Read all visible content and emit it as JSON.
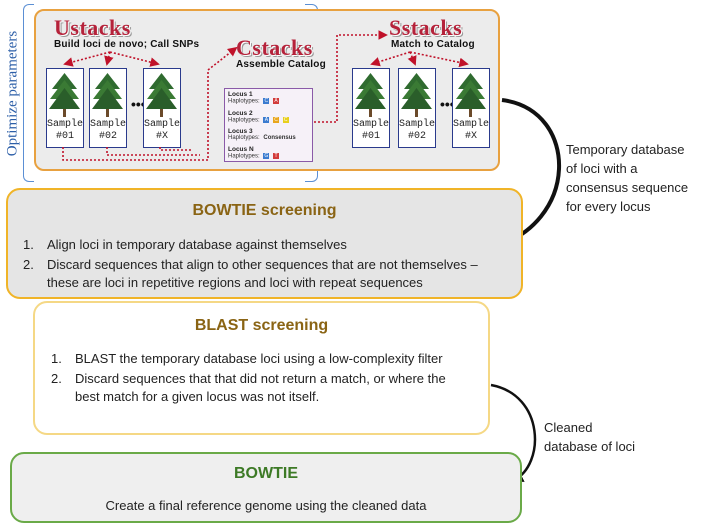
{
  "optimize_label": "Optimize parameters",
  "ustacks": {
    "title": "Ustacks",
    "subtitle": "Build loci de novo; Call SNPs"
  },
  "cstacks": {
    "title": "Cstacks",
    "subtitle": "Assemble Catalog"
  },
  "sstacks": {
    "title": "Sstacks",
    "subtitle": "Match to Catalog"
  },
  "samples_left": [
    {
      "line1": "Sample",
      "line2": "#01"
    },
    {
      "line1": "Sample",
      "line2": "#02"
    },
    {
      "line1": "Sample",
      "line2": "#X"
    }
  ],
  "samples_right": [
    {
      "line1": "Sample",
      "line2": "#01"
    },
    {
      "line1": "Sample",
      "line2": "#02"
    },
    {
      "line1": "Sample",
      "line2": "#X"
    }
  ],
  "ellipsis": "•••",
  "catalog": {
    "loci": [
      {
        "name": "Locus 1",
        "hap_label": "Haplotypes:",
        "alleles": [
          "C",
          "A"
        ]
      },
      {
        "name": "Locus 2",
        "hap_label": "Haplotypes:",
        "alleles": [
          "A",
          "C",
          "C"
        ]
      },
      {
        "name": "Locus 3",
        "hap_label": "Haplotypes:",
        "alleles_text": "Consensus"
      },
      {
        "name": "Locus N",
        "hap_label": "Haplotypes:",
        "alleles": [
          "G",
          "T"
        ]
      }
    ]
  },
  "temp_db_note": [
    "Temporary database",
    "of loci with a",
    "consensus sequence",
    "for every locus"
  ],
  "bowtie_screening": {
    "title": "BOWTIE screening",
    "items": [
      {
        "num": "1.",
        "lines": [
          "Align loci in temporary database against themselves"
        ]
      },
      {
        "num": "2.",
        "lines": [
          "Discard sequences that align to other sequences that are not themselves –",
          "these are loci in repetitive regions and loci with repeat sequences"
        ]
      }
    ]
  },
  "blast_screening": {
    "title": "BLAST screening",
    "items": [
      {
        "num": "1.",
        "lines": [
          "BLAST the temporary database loci using a low-complexity filter"
        ]
      },
      {
        "num": "2.",
        "lines": [
          "Discard sequences that that did not return a match, or where the",
          "best match for a given locus was not itself."
        ]
      }
    ]
  },
  "cleaned_note": [
    "Cleaned",
    "database of loci"
  ],
  "bowtie_final": {
    "title": "BOWTIE",
    "text": "Create a final reference genome using the cleaned data"
  },
  "colors": {
    "stacks_border": "#e8a140",
    "title_red": "#b5223a",
    "arrow_red": "#c0122a",
    "bracket_blue": "#5b8fd4",
    "bowtie_border": "#f0b428",
    "blast_border": "#f5d885",
    "final_border": "#6aaa48"
  }
}
